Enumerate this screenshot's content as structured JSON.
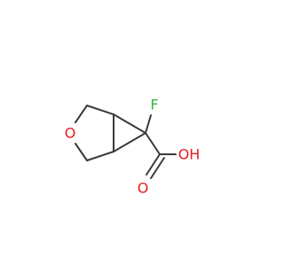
{
  "colors": {
    "bond": "#3a3a3a",
    "oxygen": "#e8191f",
    "fluorine": "#38b538",
    "background": "#ffffff"
  },
  "atoms": [
    {
      "id": "o_ring",
      "label": "O",
      "element": "O",
      "color": "oxygen"
    },
    {
      "id": "f",
      "label": "F",
      "element": "F",
      "color": "fluorine"
    },
    {
      "id": "o_carbonyl",
      "label": "O",
      "element": "O",
      "color": "oxygen"
    },
    {
      "id": "oh",
      "label": "OH",
      "element": "O",
      "color": "oxygen"
    }
  ]
}
